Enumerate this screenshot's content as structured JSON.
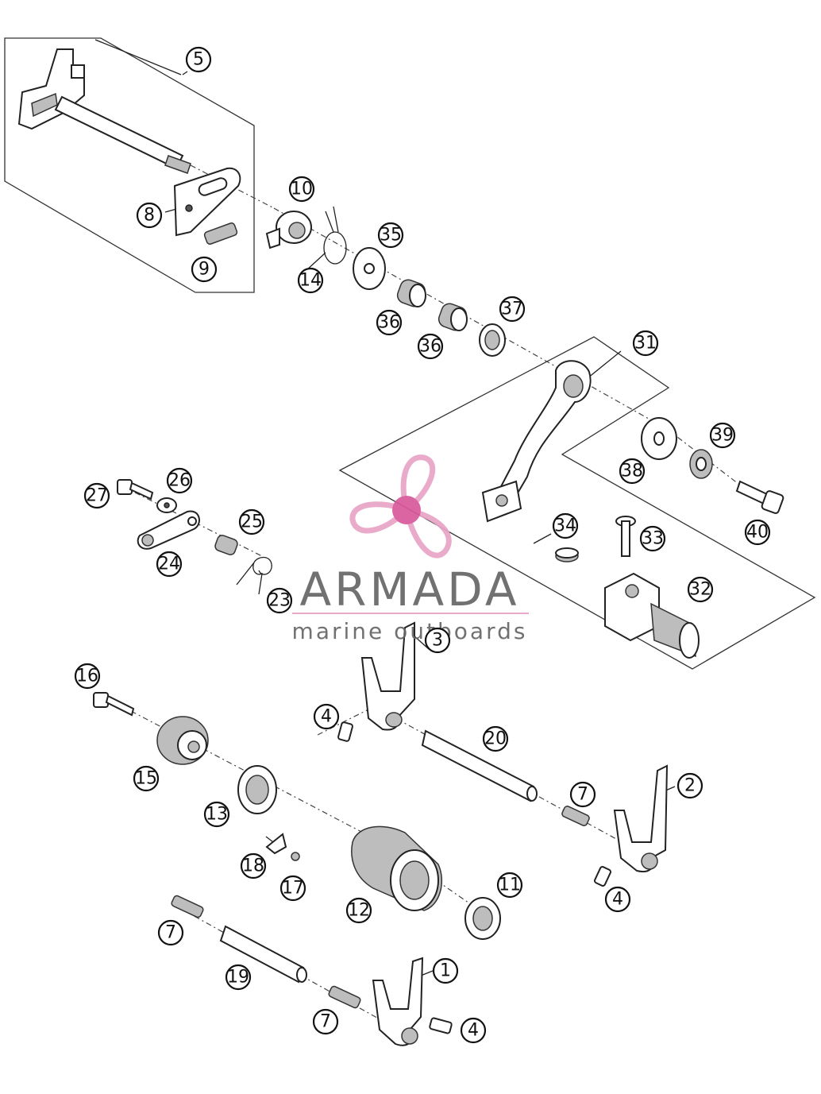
{
  "callouts": [
    {
      "id": "c5",
      "label": "5"
    },
    {
      "id": "c8",
      "label": "8"
    },
    {
      "id": "c9",
      "label": "9"
    },
    {
      "id": "c10",
      "label": "10"
    },
    {
      "id": "c14",
      "label": "14"
    },
    {
      "id": "c35",
      "label": "35"
    },
    {
      "id": "c36a",
      "label": "36"
    },
    {
      "id": "c36b",
      "label": "36"
    },
    {
      "id": "c37",
      "label": "37"
    },
    {
      "id": "c31",
      "label": "31"
    },
    {
      "id": "c38",
      "label": "38"
    },
    {
      "id": "c39",
      "label": "39"
    },
    {
      "id": "c40",
      "label": "40"
    },
    {
      "id": "c34",
      "label": "34"
    },
    {
      "id": "c33",
      "label": "33"
    },
    {
      "id": "c32",
      "label": "32"
    },
    {
      "id": "c27",
      "label": "27"
    },
    {
      "id": "c26",
      "label": "26"
    },
    {
      "id": "c25",
      "label": "25"
    },
    {
      "id": "c24",
      "label": "24"
    },
    {
      "id": "c23",
      "label": "23"
    },
    {
      "id": "c3",
      "label": "3"
    },
    {
      "id": "c16",
      "label": "16"
    },
    {
      "id": "c4a",
      "label": "4"
    },
    {
      "id": "c20",
      "label": "20"
    },
    {
      "id": "c15",
      "label": "15"
    },
    {
      "id": "c7a",
      "label": "7"
    },
    {
      "id": "c2",
      "label": "2"
    },
    {
      "id": "c13",
      "label": "13"
    },
    {
      "id": "c18",
      "label": "18"
    },
    {
      "id": "c17",
      "label": "17"
    },
    {
      "id": "c12",
      "label": "12"
    },
    {
      "id": "c11",
      "label": "11"
    },
    {
      "id": "c4b",
      "label": "4"
    },
    {
      "id": "c7b",
      "label": "7"
    },
    {
      "id": "c19",
      "label": "19"
    },
    {
      "id": "c1",
      "label": "1"
    },
    {
      "id": "c7c",
      "label": "7"
    },
    {
      "id": "c4c",
      "label": "4"
    }
  ],
  "watermark": {
    "brand": "ARMADA",
    "tagline": "marine outboards",
    "logo_icon": "propeller-logo-icon",
    "logo_color": "#e9a3c6",
    "logo_hub_color": "#d9579c",
    "text_color": "#666666"
  }
}
